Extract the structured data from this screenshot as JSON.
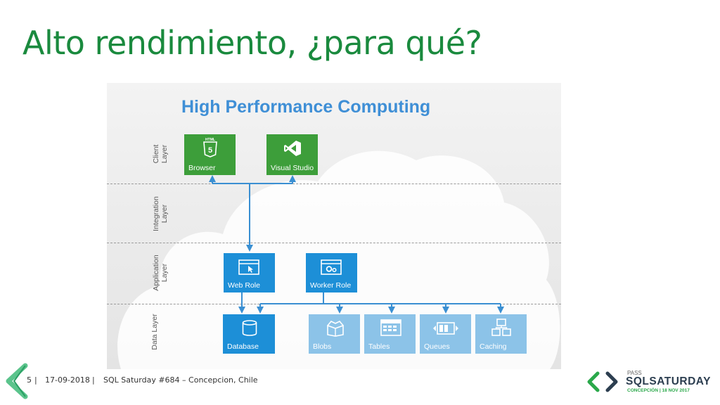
{
  "slide": {
    "title": "Alto rendimiento, ¿para qué?"
  },
  "diagram": {
    "title": "High Performance Computing",
    "layers": [
      {
        "label": "Client\nLayer"
      },
      {
        "label": "Integration\nLayer"
      },
      {
        "label": "Application\nLayer"
      },
      {
        "label": "Data Layer"
      }
    ],
    "nodes": {
      "browser": {
        "label": "Browser",
        "icon": "html5-icon",
        "badge": "HTML"
      },
      "visual_studio": {
        "label": "Visual Studio",
        "icon": "visual-studio-icon"
      },
      "web_role": {
        "label": "Web Role",
        "icon": "browser-window-icon"
      },
      "worker_role": {
        "label": "Worker Role",
        "icon": "gear-window-icon"
      },
      "database": {
        "label": "Database",
        "icon": "database-icon"
      },
      "blobs": {
        "label": "Blobs",
        "icon": "box-icon"
      },
      "tables": {
        "label": "Tables",
        "icon": "grid-icon"
      },
      "queues": {
        "label": "Queues",
        "icon": "queue-icon"
      },
      "caching": {
        "label": "Caching",
        "icon": "cache-icon"
      }
    },
    "colors": {
      "client": "#3d9e3a",
      "primary": "#1d8fd7",
      "secondary": "#8cc3e8",
      "title": "#3f8fd6",
      "connector": "#3a8fd2"
    }
  },
  "footer": {
    "page": "5",
    "sep1": "|",
    "date": "17-09-2018",
    "sep2": "|",
    "event": "SQL Saturday #684 – Concepcion, Chile"
  },
  "brand": {
    "pass": "PASS",
    "name": "SQLSATURDAY",
    "event_date": "CONCEPCIÓN | 18 NOV 2017"
  }
}
